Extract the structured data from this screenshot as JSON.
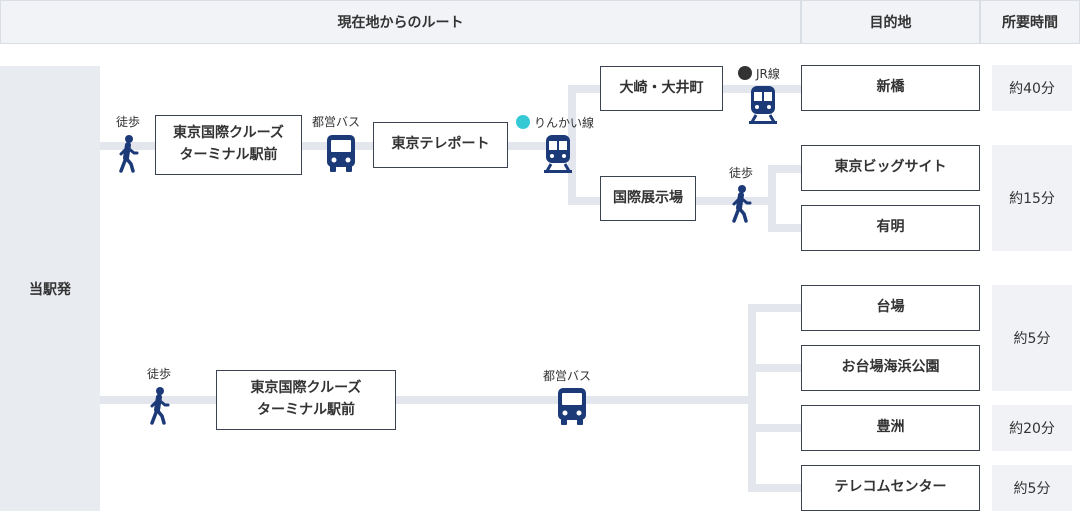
{
  "header": {
    "route_title": "現在地からのルート",
    "destination_title": "目的地",
    "time_title": "所要時間"
  },
  "origin": {
    "label": "当駅発"
  },
  "colors": {
    "icon": "#1c3a78",
    "rinkai_line": "#35c9d6",
    "jr_line": "#333333",
    "border": "#3c4350",
    "line": "#e3e7ed"
  },
  "route_upper": {
    "walk_label": "徒歩",
    "stop1": {
      "line1": "東京国際クルーズ",
      "line2": "ターミナル駅前"
    },
    "bus_label": "都営バス",
    "stop2": "東京テレポート",
    "rinkai_label": "りんかい線",
    "branch_osaki": "大崎・大井町",
    "jr_label": "JR線",
    "branch_kokusai": "国際展示場",
    "walk2_label": "徒歩"
  },
  "route_lower": {
    "walk_label": "徒歩",
    "stop1": {
      "line1": "東京国際クルーズ",
      "line2": "ターミナル駅前"
    },
    "bus_label": "都営バス"
  },
  "destinations": [
    {
      "name": "新橋"
    },
    {
      "name": "東京ビッグサイト"
    },
    {
      "name": "有明"
    },
    {
      "name": "台場"
    },
    {
      "name": "お台場海浜公園"
    },
    {
      "name": "豊洲"
    },
    {
      "name": "テレコムセンター"
    }
  ],
  "times": [
    {
      "value": "約40分"
    },
    {
      "value": "約15分"
    },
    {
      "value": "約5分"
    },
    {
      "value": "約20分"
    },
    {
      "value": "約5分"
    }
  ],
  "icons": {
    "walk": "walking-person-icon",
    "bus": "bus-icon",
    "train": "train-icon"
  }
}
